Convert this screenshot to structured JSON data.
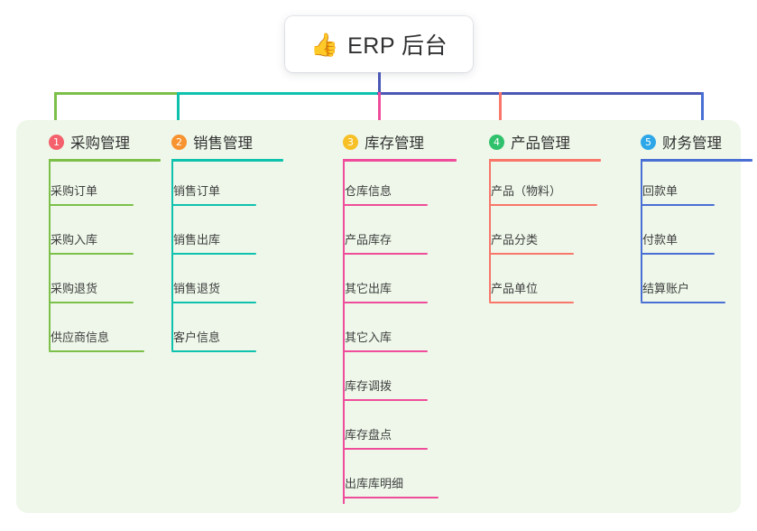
{
  "root": {
    "icon": "thumbs-up-icon",
    "emoji": "👍",
    "title": "ERP 后台"
  },
  "palette": {
    "panel_bg": "#eef7e9",
    "page_bg": "#ffffff",
    "trunk": "#4b58b5",
    "bus_left": "#7cc04a",
    "bus_mid": "#0fc2ae",
    "bus_right": "#4b58b5",
    "col1": "#7cc04a",
    "col2": "#0fc2ae",
    "col3": "#ef4d9b",
    "col4": "#f8766a",
    "col5": "#4a6fd4",
    "badge1": "#f4606c",
    "badge2": "#f79431",
    "badge3": "#f6c026",
    "badge4": "#2fc16b",
    "badge5": "#2ea7e8"
  },
  "columns": [
    {
      "index": "1",
      "title": "采购管理",
      "badge_color": "#f4606c",
      "line_color": "#7cc04a",
      "items": [
        {
          "label": "采购订单"
        },
        {
          "label": "采购入库"
        },
        {
          "label": "采购退货"
        },
        {
          "label": "供应商信息"
        }
      ]
    },
    {
      "index": "2",
      "title": "销售管理",
      "badge_color": "#f79431",
      "line_color": "#0fc2ae",
      "items": [
        {
          "label": "销售订单"
        },
        {
          "label": "销售出库"
        },
        {
          "label": "销售退货"
        },
        {
          "label": "客户信息"
        }
      ]
    },
    {
      "index": "3",
      "title": "库存管理",
      "badge_color": "#f6c026",
      "line_color": "#ef4d9b",
      "items": [
        {
          "label": "仓库信息"
        },
        {
          "label": "产品库存"
        },
        {
          "label": "其它出库"
        },
        {
          "label": "其它入库"
        },
        {
          "label": "库存调拨"
        },
        {
          "label": "库存盘点"
        },
        {
          "label": "出库库明细"
        }
      ]
    },
    {
      "index": "4",
      "title": "产品管理",
      "badge_color": "#2fc16b",
      "line_color": "#f8766a",
      "items": [
        {
          "label": "产品（物料）"
        },
        {
          "label": "产品分类"
        },
        {
          "label": "产品单位"
        }
      ]
    },
    {
      "index": "5",
      "title": "财务管理",
      "badge_color": "#2ea7e8",
      "line_color": "#4a6fd4",
      "items": [
        {
          "label": "回款单"
        },
        {
          "label": "付款单"
        },
        {
          "label": "结算账户"
        }
      ]
    }
  ]
}
